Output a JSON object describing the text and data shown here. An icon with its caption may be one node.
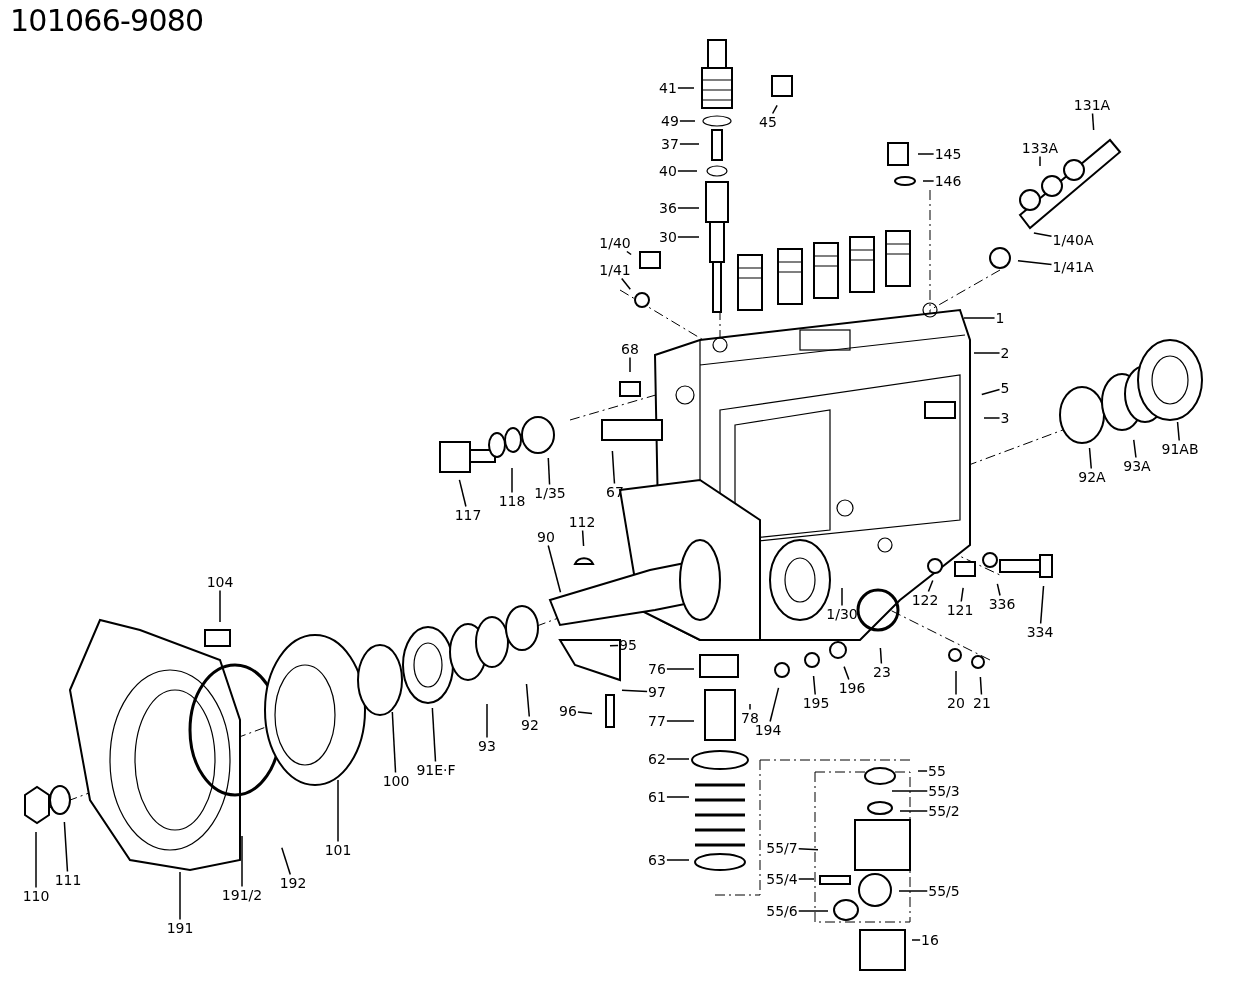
{
  "diagram": {
    "title": "101066-9080",
    "nodes": [
      {
        "text": [
          "41"
        ]
      },
      {
        "text": [
          "45"
        ]
      },
      {
        "text": [
          "49"
        ]
      },
      {
        "text": [
          "131A"
        ]
      },
      {
        "text": [
          "37"
        ]
      },
      {
        "text": [
          "133A"
        ]
      },
      {
        "text": [
          "145"
        ]
      },
      {
        "text": [
          "40"
        ]
      },
      {
        "text": [
          "146"
        ]
      },
      {
        "text": [
          "36"
        ]
      },
      {
        "text": [
          "30"
        ]
      },
      {
        "text": [
          "1/40A"
        ]
      },
      {
        "text": [
          "1/40"
        ]
      },
      {
        "text": [
          "1/41A"
        ]
      },
      {
        "text": [
          "1/41"
        ]
      },
      {
        "text": [
          "1"
        ]
      },
      {
        "text": [
          "68"
        ]
      },
      {
        "text": [
          "2"
        ]
      },
      {
        "text": [
          "5"
        ]
      },
      {
        "text": [
          "3"
        ]
      },
      {
        "text": [
          "91AB"
        ]
      },
      {
        "text": [
          "93A"
        ]
      },
      {
        "text": [
          "92A"
        ]
      },
      {
        "text": [
          "67"
        ]
      },
      {
        "text": [
          "1/35"
        ]
      },
      {
        "text": [
          "118"
        ]
      },
      {
        "text": [
          "117"
        ]
      },
      {
        "text": [
          "112"
        ]
      },
      {
        "text": [
          "90"
        ]
      },
      {
        "text": [
          "104"
        ]
      },
      {
        "text": [
          "122"
        ]
      },
      {
        "text": [
          "121"
        ]
      },
      {
        "text": [
          "336"
        ]
      },
      {
        "text": [
          "1/30"
        ]
      },
      {
        "text": [
          "334"
        ]
      },
      {
        "text": [
          "95"
        ]
      },
      {
        "text": [
          "76"
        ]
      },
      {
        "text": [
          "23"
        ]
      },
      {
        "text": [
          "196"
        ]
      },
      {
        "text": [
          "97"
        ]
      },
      {
        "text": [
          "195"
        ]
      },
      {
        "text": [
          "20"
        ]
      },
      {
        "text": [
          "21"
        ]
      },
      {
        "text": [
          "96"
        ]
      },
      {
        "text": [
          "78"
        ]
      },
      {
        "text": [
          "194"
        ]
      },
      {
        "text": [
          "77"
        ]
      },
      {
        "text": [
          "92"
        ]
      },
      {
        "text": [
          "93"
        ]
      },
      {
        "text": [
          "91E·F"
        ]
      },
      {
        "text": [
          "62"
        ]
      },
      {
        "text": [
          "55"
        ]
      },
      {
        "text": [
          "100"
        ]
      },
      {
        "text": [
          "55/3"
        ]
      },
      {
        "text": [
          "61"
        ]
      },
      {
        "text": [
          "55/2"
        ]
      },
      {
        "text": [
          "55/7"
        ]
      },
      {
        "text": [
          "101"
        ]
      },
      {
        "text": [
          "63"
        ]
      },
      {
        "text": [
          "55/4"
        ]
      },
      {
        "text": [
          "192"
        ]
      },
      {
        "text": [
          "55/5"
        ]
      },
      {
        "text": [
          "191/2"
        ]
      },
      {
        "text": [
          "110"
        ]
      },
      {
        "text": [
          "111"
        ]
      },
      {
        "text": [
          "55/6"
        ]
      },
      {
        "text": [
          "191"
        ]
      },
      {
        "text": [
          "16"
        ]
      }
    ],
    "edges": [
      {
        "from": 0,
        "to": null,
        "arrow": "none"
      },
      {
        "from": 1,
        "to": null,
        "arrow": "none"
      },
      {
        "from": 2,
        "to": null,
        "arrow": "none"
      },
      {
        "from": 3,
        "to": null,
        "arrow": "none"
      },
      {
        "from": 4,
        "to": null,
        "arrow": "none"
      },
      {
        "from": 5,
        "to": null,
        "arrow": "none"
      },
      {
        "from": 6,
        "to": null,
        "arrow": "none"
      },
      {
        "from": 7,
        "to": null,
        "arrow": "none"
      },
      {
        "from": 8,
        "to": null,
        "arrow": "none"
      },
      {
        "from": 9,
        "to": null,
        "arrow": "none"
      },
      {
        "from": 10,
        "to": null,
        "arrow": "none"
      },
      {
        "from": 11,
        "to": null,
        "arrow": "none"
      },
      {
        "from": 12,
        "to": null,
        "arrow": "none"
      },
      {
        "from": 13,
        "to": null,
        "arrow": "none"
      },
      {
        "from": 14,
        "to": null,
        "arrow": "none"
      },
      {
        "from": 15,
        "to": null,
        "arrow": "none"
      },
      {
        "from": 16,
        "to": null,
        "arrow": "none"
      },
      {
        "from": 17,
        "to": null,
        "arrow": "none"
      },
      {
        "from": 18,
        "to": null,
        "arrow": "none"
      },
      {
        "from": 19,
        "to": null,
        "arrow": "none"
      },
      {
        "from": 20,
        "to": null,
        "arrow": "none"
      },
      {
        "from": 21,
        "to": null,
        "arrow": "none"
      },
      {
        "from": 22,
        "to": null,
        "arrow": "none"
      },
      {
        "from": 23,
        "to": null,
        "arrow": "none"
      },
      {
        "from": 24,
        "to": null,
        "arrow": "none"
      },
      {
        "from": 25,
        "to": null,
        "arrow": "none"
      },
      {
        "from": 26,
        "to": null,
        "arrow": "none"
      },
      {
        "from": 27,
        "to": null,
        "arrow": "none"
      },
      {
        "from": 28,
        "to": null,
        "arrow": "none"
      },
      {
        "from": 29,
        "to": null,
        "arrow": "none"
      },
      {
        "from": 30,
        "to": null,
        "arrow": "none"
      },
      {
        "from": 31,
        "to": null,
        "arrow": "none"
      },
      {
        "from": 32,
        "to": null,
        "arrow": "none"
      },
      {
        "from": 33,
        "to": null,
        "arrow": "none"
      },
      {
        "from": 34,
        "to": null,
        "arrow": "none"
      },
      {
        "from": 35,
        "to": null,
        "arrow": "none"
      },
      {
        "from": 36,
        "to": null,
        "arrow": "none"
      },
      {
        "from": 37,
        "to": null,
        "arrow": "none"
      },
      {
        "from": 38,
        "to": null,
        "arrow": "none"
      },
      {
        "from": 39,
        "to": null,
        "arrow": "none"
      },
      {
        "from": 40,
        "to": null,
        "arrow": "none"
      },
      {
        "from": 41,
        "to": null,
        "arrow": "none"
      },
      {
        "from": 42,
        "to": null,
        "arrow": "none"
      },
      {
        "from": 43,
        "to": null,
        "arrow": "none"
      },
      {
        "from": 44,
        "to": null,
        "arrow": "none"
      },
      {
        "from": 45,
        "to": null,
        "arrow": "none"
      },
      {
        "from": 46,
        "to": null,
        "arrow": "none"
      },
      {
        "from": 47,
        "to": null,
        "arrow": "none"
      },
      {
        "from": 48,
        "to": null,
        "arrow": "none"
      },
      {
        "from": 49,
        "to": null,
        "arrow": "none"
      },
      {
        "from": 50,
        "to": null,
        "arrow": "none"
      },
      {
        "from": 51,
        "to": null,
        "arrow": "none"
      },
      {
        "from": 52,
        "to": null,
        "arrow": "none"
      },
      {
        "from": 53,
        "to": null,
        "arrow": "none"
      },
      {
        "from": 54,
        "to": null,
        "arrow": "none"
      },
      {
        "from": 55,
        "to": null,
        "arrow": "none"
      },
      {
        "from": 56,
        "to": null,
        "arrow": "none"
      },
      {
        "from": 57,
        "to": null,
        "arrow": "none"
      },
      {
        "from": 58,
        "to": null,
        "arrow": "none"
      },
      {
        "from": 59,
        "to": null,
        "arrow": "none"
      },
      {
        "from": 60,
        "to": null,
        "arrow": "none"
      },
      {
        "from": 61,
        "to": null,
        "arrow": "none"
      },
      {
        "from": 62,
        "to": null,
        "arrow": "none"
      },
      {
        "from": 63,
        "to": null,
        "arrow": "none"
      },
      {
        "from": 64,
        "to": null,
        "arrow": "none"
      },
      {
        "from": 65,
        "to": null,
        "arrow": "none"
      },
      {
        "from": 66,
        "to": null,
        "arrow": "none"
      },
      {
        "from": 67,
        "to": null,
        "arrow": "none"
      }
    ]
  }
}
